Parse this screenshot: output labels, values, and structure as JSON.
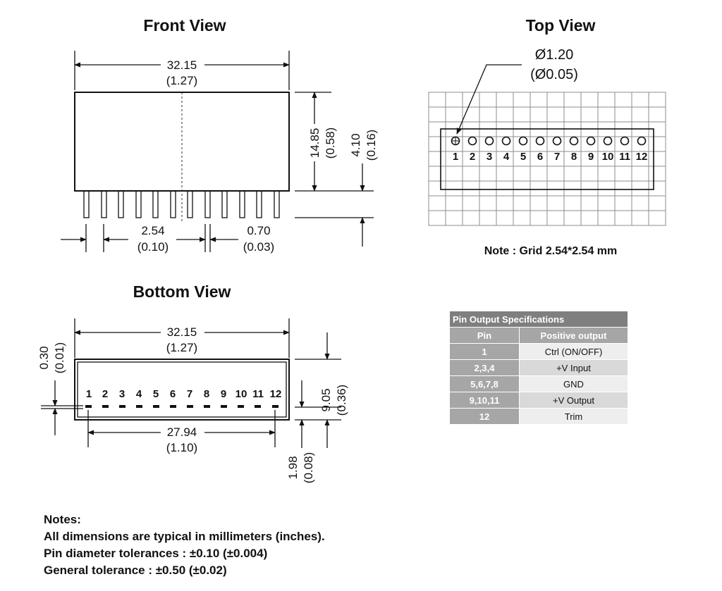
{
  "front_view": {
    "title": "Front View",
    "length_mm": "32.15",
    "length_in": "(1.27)",
    "height_mm": "14.85",
    "height_in": "(0.58)",
    "pin_len_mm": "4.10",
    "pin_len_in": "(0.16)",
    "pitch_mm": "2.54",
    "pitch_in": "(0.10)",
    "pin_width_mm": "0.70",
    "pin_width_in": "(0.03)"
  },
  "top_view": {
    "title": "Top View",
    "diameter_mm": "Ø1.20",
    "diameter_in": "(Ø0.05)",
    "pins": [
      "1",
      "2",
      "3",
      "4",
      "5",
      "6",
      "7",
      "8",
      "9",
      "10",
      "11",
      "12"
    ],
    "grid_note": "Note : Grid 2.54*2.54 mm"
  },
  "bottom_view": {
    "title": "Bottom View",
    "length_mm": "32.15",
    "length_in": "(1.27)",
    "span_mm": "27.94",
    "span_in": "(1.10)",
    "offset_mm": "0.30",
    "offset_in": "(0.01)",
    "height_mm": "9.05",
    "height_in": "(0.36)",
    "standoff_mm": "1.98",
    "standoff_in": "(0.08)",
    "pins": [
      "1",
      "2",
      "3",
      "4",
      "5",
      "6",
      "7",
      "8",
      "9",
      "10",
      "11",
      "12"
    ]
  },
  "spec_table": {
    "caption": "Pin Output Specifications",
    "headers": [
      "Pin",
      "Positive output"
    ],
    "rows": [
      {
        "pin": "1",
        "function": "Ctrl (ON/OFF)"
      },
      {
        "pin": "2,3,4",
        "function": "+V Input"
      },
      {
        "pin": "5,6,7,8",
        "function": "GND"
      },
      {
        "pin": "9,10,11",
        "function": "+V Output"
      },
      {
        "pin": "12",
        "function": "Trim"
      }
    ]
  },
  "notes": {
    "heading": "Notes:",
    "lines": [
      "All dimensions are typical in millimeters (inches).",
      "Pin diameter tolerances : ±0.10 (±0.004)",
      "General tolerance : ±0.50 (±0.02)"
    ]
  }
}
